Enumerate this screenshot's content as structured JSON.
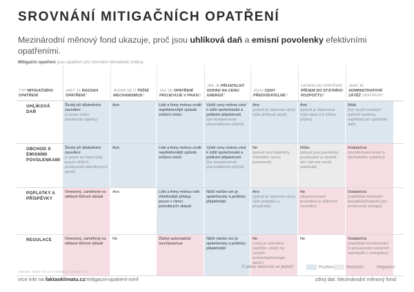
{
  "title": "SROVNÁNÍ MITIGAČNÍCH OPATŘENÍ",
  "lead": {
    "pre": "Mezinárodní měnový fond ukazuje, proč jsou ",
    "b1": "uhlíková daň",
    "mid": " a ",
    "b2": "emisní povolenky",
    "post": " efektivními opatřeními."
  },
  "subtitle": {
    "bold": "Mitigační opatření",
    "rest": " jsou opatření pro zmírnění klimatické změny."
  },
  "headers": [
    {
      "pre": "TYP ",
      "bold": "MITIGAČNÍHO OPATŘENÍ",
      "post": ""
    },
    {
      "pre": "JAKÝ JE ",
      "bold": "ROZSAH OPATŘENÍ",
      "post": "?"
    },
    {
      "pre": "JEDNÁ SE O ",
      "bold": "TRŽNÍ MECHANISMUS",
      "post": "?"
    },
    {
      "pre": "JAK SE ",
      "bold": "OPATŘENÍ PROJEVUJE V PRAXI",
      "post": "?"
    },
    {
      "pre": "JAK JE ",
      "bold": "PŘIJATELNÝ DOPAD NA CENU ENERGIÍ",
      "post": "?"
    },
    {
      "pre": "JSOU ",
      "bold": "CENY PŘEDVÍDATELNÉ",
      "post": "?"
    },
    {
      "pre": "GENERUJE OPATŘENÍ ",
      "bold": "PŘÍJEM DO STÁTNÍHO ROZPOČTU",
      "post": "?"
    },
    {
      "pre": "JAKÉ JE ",
      "bold": "ADMINISTRATIVNÍ ZÁTĚŽ",
      "post": " OPATŘENÍ?"
    }
  ],
  "rows": [
    {
      "name": "UHLÍKOVÁ DAŇ",
      "cells": [
        {
          "t": "pos",
          "main": "Široký při důsledném zavedení",
          "note": "(v praxe může obsahovat výjimky)"
        },
        {
          "t": "pos",
          "main": "Ano",
          "note": ""
        },
        {
          "t": "pos",
          "main": "Lidé a firmy mohou zvolit nejefektivnější způsob snížení emisí",
          "note": ""
        },
        {
          "t": "pos",
          "main": "Vyšší ceny mohou vést k nižší společenské a politické přijatelnosti",
          "note": "(lze kompenzovat přerozdělením příjmů)"
        },
        {
          "t": "pos",
          "main": "Ano",
          "note": "(pokud je stanoven vývoj výše uhlíkové daně)"
        },
        {
          "t": "pos",
          "main": "Ano",
          "note": "(pokud je stanovena výše daně a k nížimu příjmu)"
        },
        {
          "t": "pos",
          "main": "Malá",
          "note": "(lze využít existující daňové systémy, například pro spotřební daň)"
        }
      ]
    },
    {
      "name": "OBCHOD S EMISNÍMI POVOLENKAMI",
      "cells": [
        {
          "t": "pos",
          "main": "Široký při důsledném zavedení",
          "note": "(v praxe se často týká pouze větších producentů skleníkových plynů)"
        },
        {
          "t": "pos",
          "main": "Ano",
          "note": ""
        },
        {
          "t": "pos",
          "main": "Lidé a firmy mohou zvolit nejefektivnější způsob snížení emisí",
          "note": ""
        },
        {
          "t": "pos",
          "main": "Vyšší ceny mohou vést k nižší společenské a politické přijatelnosti",
          "note": "(lze kompenzovat přerozdělením příjmů)"
        },
        {
          "t": "neu",
          "main": "Ne",
          "note": "(pokud není doplněny minimální cenou povolenek)"
        },
        {
          "t": "neu",
          "main": "Může",
          "note": "(pokud jsou povolenky prodávané ve dražbě, ale i tak má menší potenciál)"
        },
        {
          "t": "neg",
          "main": "Dodatečná",
          "note": "(monitorování emisí a obchodního systému)"
        }
      ]
    },
    {
      "name": "POPLATKY A PŘÍSPĚVKY",
      "cells": [
        {
          "t": "neg",
          "main": "Omezený, zaměřený na některé klíčové oblasti",
          "note": ""
        },
        {
          "t": "none",
          "main": "Ano",
          "note": ""
        },
        {
          "t": "pos",
          "main": "Lidé a firmy mohou volit efektivnější přístup pouze v rámci jednotlivých oblastí",
          "note": ""
        },
        {
          "t": "pos",
          "main": "Nižší nárůst cen je společensky a politicky přijatelnější",
          "note": ""
        },
        {
          "t": "pos",
          "main": "Ano",
          "note": "(pokud je stanoven vývoj výše poplatků a příspěvků)"
        },
        {
          "t": "neg",
          "main": "Ne",
          "note": "(doporučované provedení je příjmově neutrální)"
        },
        {
          "t": "neg",
          "main": "Dodatečná",
          "note": "(například stanovení poplatků/příspěvků pro producenty energie)"
        }
      ]
    },
    {
      "name": "REGULACE",
      "cells": [
        {
          "t": "neg",
          "main": "Omezený, zaměřený na některé klíčové oblasti",
          "note": ""
        },
        {
          "t": "none",
          "main": "Ne",
          "note": ""
        },
        {
          "t": "neg",
          "main": "Žádný automatický mechanismus",
          "note": ""
        },
        {
          "t": "pos",
          "main": "Nižší nárůst cen je společensky a politicky přijatelnější",
          "note": ""
        },
        {
          "t": "neg",
          "main": "Ne",
          "note": "(cena je ovlivněna nepřímo, závisí na cenách technologií/energie apod.)"
        },
        {
          "t": "none",
          "main": "Ne",
          "note": ""
        },
        {
          "t": "neg",
          "main": "Dodatečná",
          "note": "(například monitorování či prosazování emisních standardů v energetice)"
        }
      ]
    }
  ],
  "legend": {
    "question": "O jakou vlastnost se jedná?",
    "positive": "Pozitivní",
    "neutral": "Neutrální",
    "negative": "Negativní"
  },
  "colors": {
    "positive": "#dce6ef",
    "neutral": "#ebebeb",
    "negative": "#f6dde3"
  },
  "footer": {
    "version": "VERZE 2020-10-22   LICENCE CC BY 4.0",
    "info_pre": "více info na ",
    "info_bold": "faktaoklimatu.cz",
    "info_post": "/mitigacni-opatreni-mmf",
    "source": "zdroj dat: Mezinárodní měnový fond"
  }
}
